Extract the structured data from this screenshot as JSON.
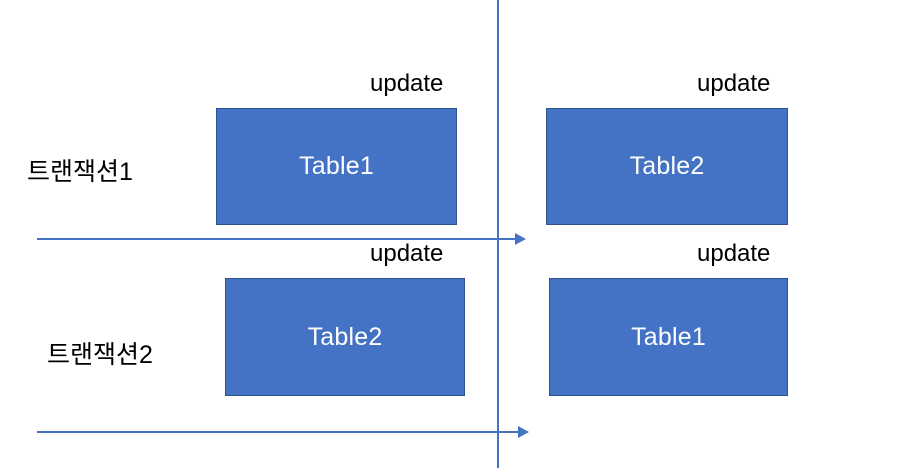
{
  "diagram": {
    "title": "deadlock-transaction-ordering-diagram",
    "colors": {
      "box_fill": "#4472C4",
      "box_border": "#2F528F",
      "line": "#4472C4",
      "box_text": "#FFFFFF",
      "label_text": "#000000",
      "background": "#FFFFFF"
    },
    "lanes": [
      {
        "lane_label": "트랜잭션1",
        "steps": [
          {
            "update_label": "update",
            "table_label": "Table1"
          },
          {
            "update_label": "update",
            "table_label": "Table2"
          }
        ]
      },
      {
        "lane_label": "트랜잭션2",
        "steps": [
          {
            "update_label": "update",
            "table_label": "Table2"
          },
          {
            "update_label": "update",
            "table_label": "Table1"
          }
        ]
      }
    ],
    "divider": {
      "name": "vertical-time-divider",
      "orientation": "vertical"
    }
  }
}
